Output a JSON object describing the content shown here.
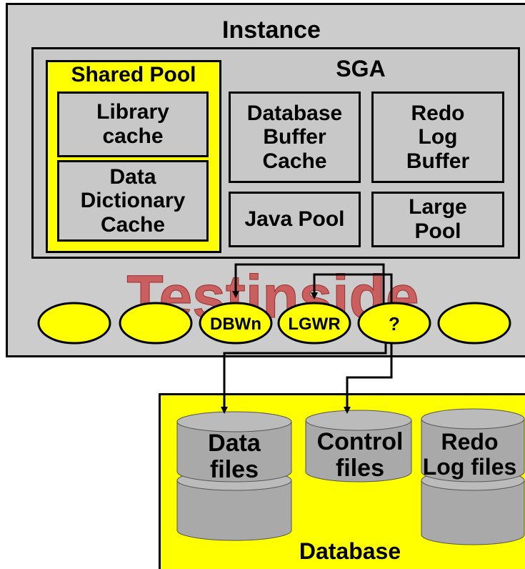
{
  "instance": {
    "title": "Instance"
  },
  "sga": {
    "title": "SGA",
    "shared_pool": {
      "title": "Shared Pool",
      "library_cache": "Library\ncache",
      "data_dictionary_cache": "Data\nDictionary\nCache"
    },
    "database_buffer_cache": "Database\nBuffer\nCache",
    "redo_log_buffer": "Redo\nLog\nBuffer",
    "java_pool": "Java Pool",
    "large_pool": "Large\nPool"
  },
  "watermark": "Testinside",
  "processes": [
    {
      "label": ""
    },
    {
      "label": ""
    },
    {
      "label": "DBWn"
    },
    {
      "label": "LGWR"
    },
    {
      "label": "?"
    },
    {
      "label": ""
    }
  ],
  "database": {
    "title": "Database",
    "data_files": "Data\nfiles",
    "control_files": "Control\nfiles",
    "redo_log_files": "Redo\nLog files"
  },
  "colors": {
    "instance_bg": "#cccccc",
    "inner_bg": "#c8c8c8",
    "highlight": "#ffff00",
    "watermark": "#c94b4b",
    "cylinder": "#a9a9a9"
  }
}
